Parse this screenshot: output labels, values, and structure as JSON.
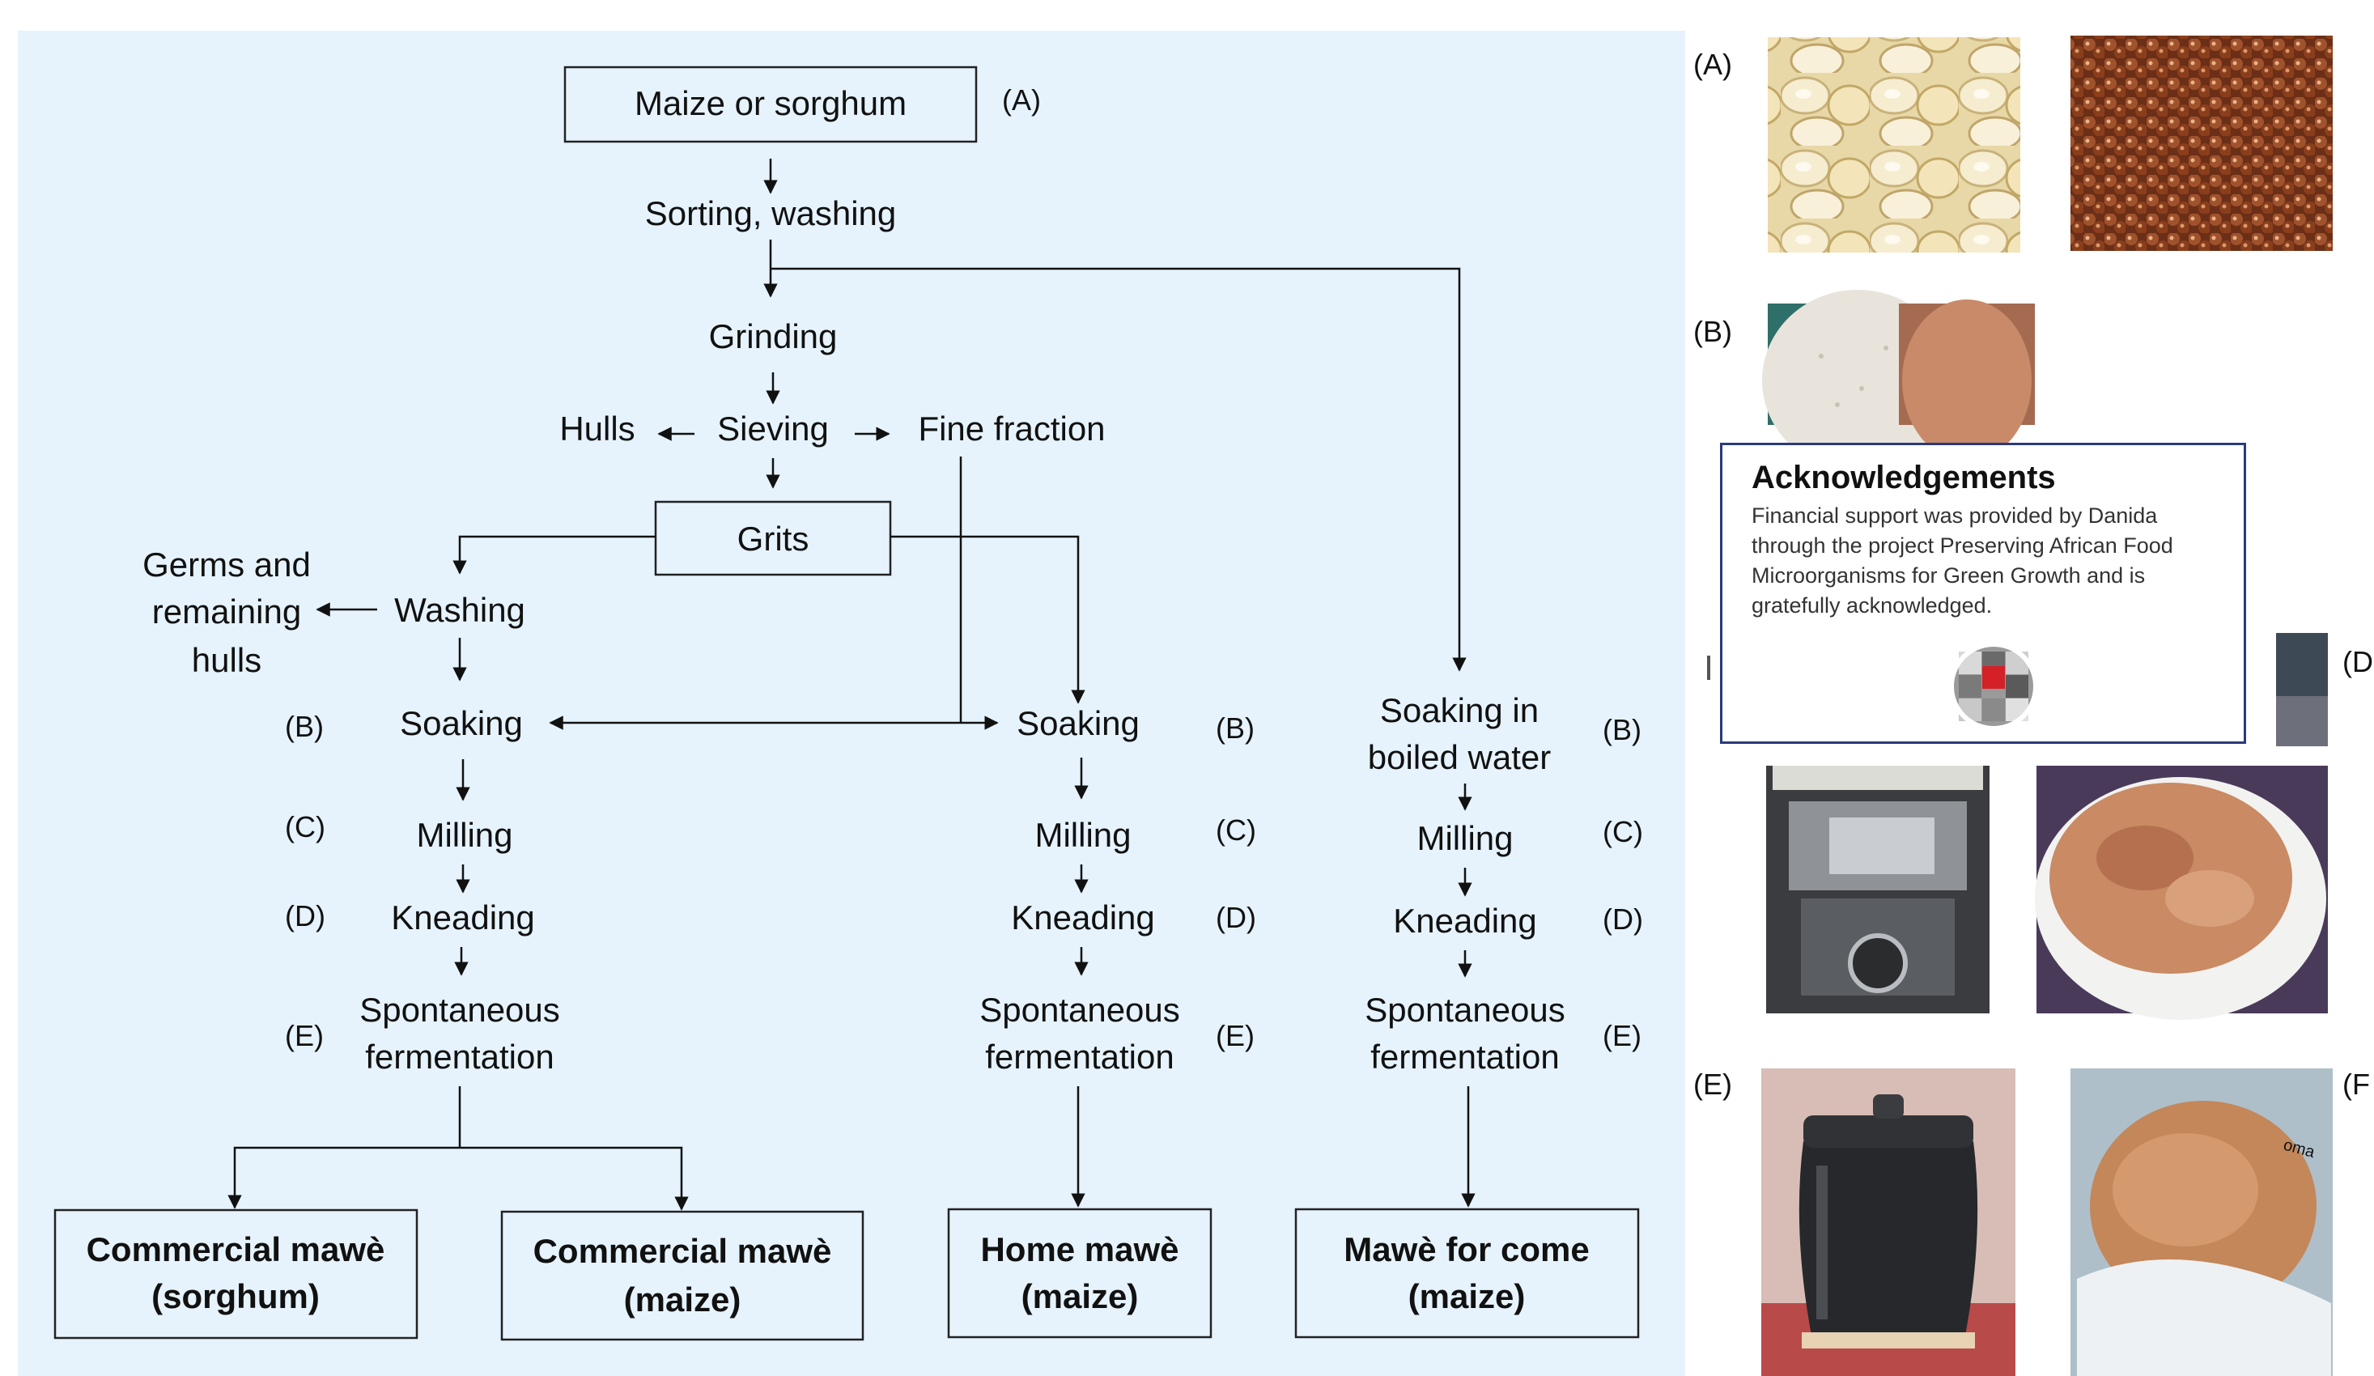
{
  "flowchart": {
    "nodes": {
      "start": "Maize or sorghum",
      "sorting": "Sorting, washing",
      "grinding": "Grinding",
      "sieving": "Sieving",
      "hulls": "Hulls",
      "fine_fraction": "Fine fraction",
      "grits": "Grits",
      "germs_line1": "Germs and",
      "germs_line2": "remaining",
      "germs_line3": "hulls",
      "washing": "Washing",
      "soaking_left": "Soaking",
      "milling_left": "Milling",
      "kneading_left": "Kneading",
      "spont_left_1": "Spontaneous",
      "spont_left_2": "fermentation",
      "soaking_mid": "Soaking",
      "milling_mid": "Milling",
      "kneading_mid": "Kneading",
      "spont_mid_1": "Spontaneous",
      "spont_mid_2": "fermentation",
      "soaking_right_1": "Soaking in",
      "soaking_right_2": "boiled water",
      "milling_right": "Milling",
      "kneading_right": "Kneading",
      "spont_right_1": "Spontaneous",
      "spont_right_2": "fermentation"
    },
    "step_labels": {
      "a": "(A)",
      "b": "(B)",
      "c": "(C)",
      "d": "(D)",
      "e": "(E)"
    },
    "products": [
      {
        "line1": "Commercial mawè",
        "line2": "(sorghum)"
      },
      {
        "line1": "Commercial mawè",
        "line2": "(maize)"
      },
      {
        "line1": "Home mawè",
        "line2": "(maize)"
      },
      {
        "line1": "Mawè for come",
        "line2": "(maize)"
      }
    ]
  },
  "photo_panel": {
    "labels": {
      "a": "(A)",
      "b": "(B)",
      "d": "(D",
      "e": "(E)",
      "f": "(F"
    },
    "bag_text": "oma"
  },
  "acknowledgements": {
    "title": "Acknowledgements",
    "line1": "Financial support was provided by Danida",
    "line2": "through the project Preserving African Food",
    "line3": "Microorganisms for Green Growth and is",
    "line4": "gratefully acknowledged."
  },
  "colors": {
    "diagram_background": "#e6f3fc",
    "ack_border": "#2b3a7a",
    "logo_red": "#d42027"
  }
}
